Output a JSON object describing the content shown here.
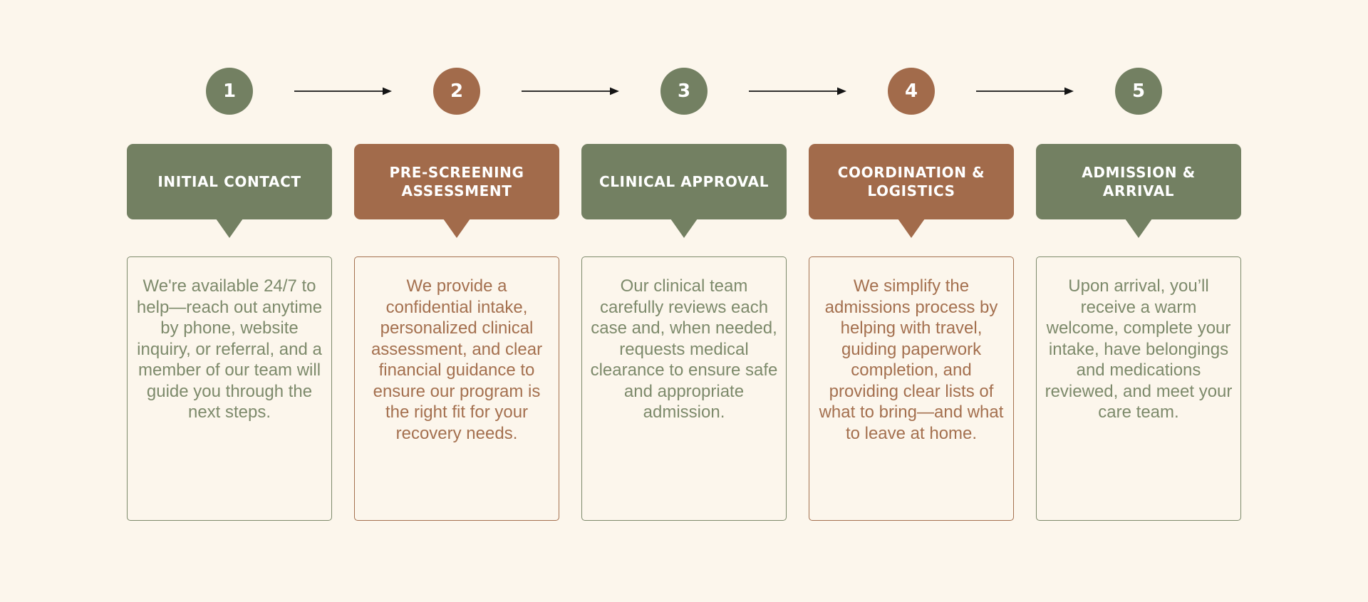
{
  "page": {
    "background": "#fcf6ec",
    "kind": "admissions-process-flow"
  },
  "colors": {
    "green": "#738062",
    "rust": "#a26b4b",
    "text_green": "#7d8a6b",
    "text_rust": "#a4704f",
    "arrow": "#141414",
    "number_text": "#ffffff",
    "banner_text": "#ffffff"
  },
  "steps": [
    {
      "number": "1",
      "theme": "green",
      "title": "INITIAL CONTACT",
      "description": "We're available 24/7 to help—reach out anytime by phone, website inquiry, or referral, and a member of our team will guide you through the next steps."
    },
    {
      "number": "2",
      "theme": "rust",
      "title": "PRE-SCREENING ASSESSMENT",
      "description": "We provide a confidential intake, personalized clinical assessment, and clear financial guidance to ensure our program is the right fit for your recovery needs."
    },
    {
      "number": "3",
      "theme": "green",
      "title": "CLINICAL APPROVAL",
      "description": "Our clinical team carefully reviews each case and, when needed, requests medical clearance to ensure safe and appropriate admission."
    },
    {
      "number": "4",
      "theme": "rust",
      "title": "COORDINATION & LOGISTICS",
      "description": "We simplify the admissions process by helping with travel, guiding paperwork completion, and providing clear lists of what to bring—and what to leave at home."
    },
    {
      "number": "5",
      "theme": "green",
      "title": "ADMISSION & ARRIVAL",
      "description": "Upon arrival, you’ll receive a warm welcome, complete your intake, have belongings and medications reviewed, and meet your care team."
    }
  ]
}
